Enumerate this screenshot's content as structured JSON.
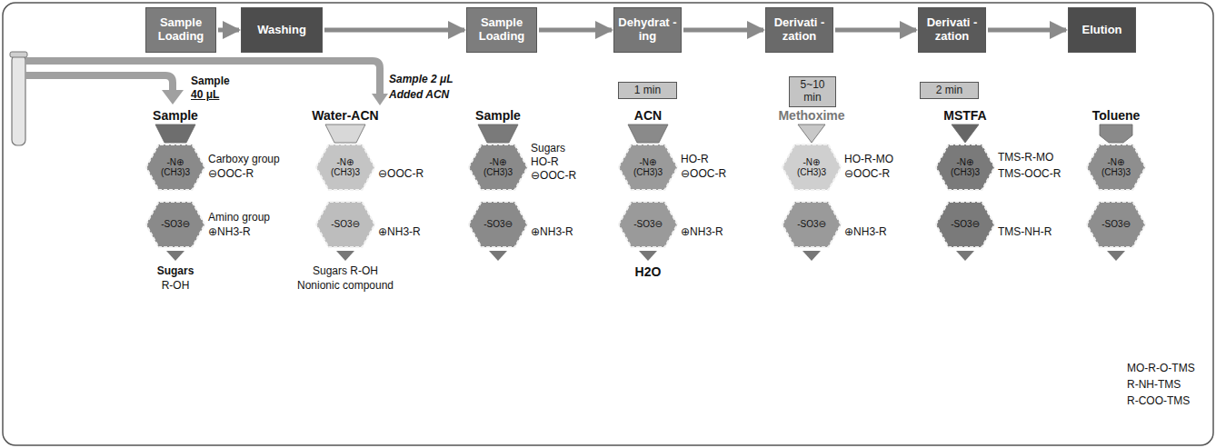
{
  "diagram": {
    "nodes": [
      {
        "text": [
          "Sample Loading"
        ]
      },
      {
        "text": [
          "Washing"
        ]
      },
      {
        "text": [
          "Sample Loading"
        ]
      },
      {
        "text": [
          "Dehydrat -ing"
        ]
      },
      {
        "text": [
          "Derivati -zation"
        ]
      },
      {
        "text": [
          "Derivati -zation"
        ]
      },
      {
        "text": [
          "Elution"
        ]
      },
      {
        "text": [
          "1 min"
        ]
      },
      {
        "text": [
          "5~10 min"
        ]
      },
      {
        "text": [
          "2 min"
        ]
      },
      {
        "text": [
          "-N⊕ (CH3)3"
        ]
      },
      {
        "text": [
          "-SO3⊖"
        ]
      },
      {
        "text": [
          "-N⊕ (CH3)3"
        ]
      },
      {
        "text": [
          "-SO3⊖"
        ]
      },
      {
        "text": [
          "-N⊕ (CH3)3"
        ]
      },
      {
        "text": [
          "-SO3⊖"
        ]
      },
      {
        "text": [
          "-N⊕ (CH3)3"
        ]
      },
      {
        "text": [
          "-SO3⊖"
        ]
      },
      {
        "text": [
          "-N⊕ (CH3)3"
        ]
      },
      {
        "text": [
          "-SO3⊖"
        ]
      },
      {
        "text": [
          "-N⊕ (CH3)3"
        ]
      },
      {
        "text": [
          "-SO3⊖"
        ]
      },
      {
        "text": [
          "-N⊕ (CH3)3"
        ]
      },
      {
        "text": [
          "-SO3⊖"
        ]
      }
    ],
    "edges": [
      {
        "from": 0,
        "to": 1,
        "arrow": "to"
      },
      {
        "from": 1,
        "to": 2,
        "arrow": "to"
      },
      {
        "from": 2,
        "to": 3,
        "arrow": "to"
      },
      {
        "from": 3,
        "to": 4,
        "arrow": "to"
      },
      {
        "from": 4,
        "to": 5,
        "arrow": "to"
      },
      {
        "from": 5,
        "to": 6,
        "arrow": "to"
      }
    ],
    "labels": [
      "Sample",
      "40 μL",
      "Sample",
      "Carboxy group",
      "⊖OOC-R",
      "Amino group",
      "⊕NH3-R",
      "Sugars",
      "R-OH",
      "Water-ACN",
      "⊖OOC-R",
      "⊕NH3-R",
      "Sugars R-OH",
      "Nonionic compound",
      "Sample 2 μL",
      "Added ACN",
      "Sample",
      "Sugars",
      "HO-R",
      "⊖OOC-R",
      "⊕NH3-R",
      "ACN",
      "HO-R",
      "⊖OOC-R",
      "⊕NH3-R",
      "H2O",
      "Methoxime",
      "HO-R-MO",
      "⊖OOC-R",
      "⊕NH3-R",
      "MSTFA",
      "TMS-R-MO",
      "TMS-OOC-R",
      "TMS-NH-R",
      "Toluene",
      "MO-R-O-TMS",
      "R-NH-TMS",
      "R-COO-TMS"
    ]
  }
}
